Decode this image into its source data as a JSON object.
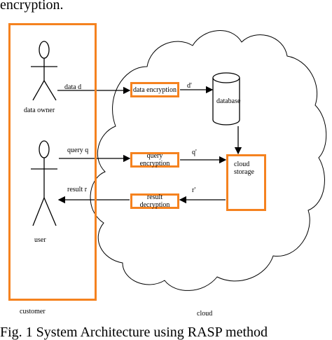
{
  "header_fragment": "encryption.",
  "caption": "Fig. 1 System Architecture using RASP method",
  "actors": {
    "data_owner": "data owner",
    "user": "user"
  },
  "components": {
    "data_encryption": "data encryption",
    "query_encryption": "query encryption",
    "result_decryption": "result decryption",
    "database": "database",
    "cloud_storage": "cloud storage"
  },
  "flows": {
    "data_d": "data d",
    "query_q": "query q",
    "result_r": "result r",
    "d_prime": "d'",
    "q_prime": "q'",
    "r_prime": "r'"
  },
  "regions": {
    "customer": "customer",
    "cloud": "cloud"
  },
  "colors": {
    "box_border": "#f5821f",
    "line": "#000000"
  }
}
